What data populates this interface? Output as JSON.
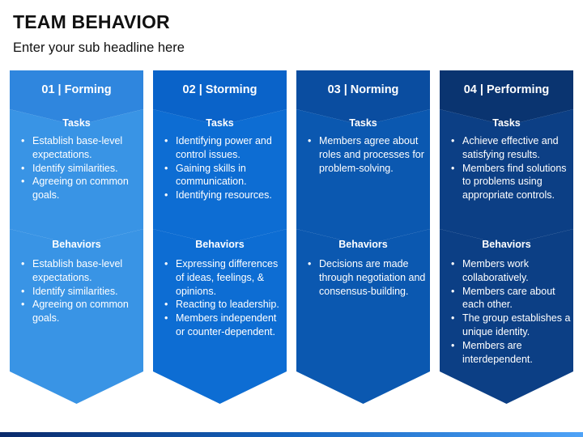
{
  "title": "TEAM BEHAVIOR",
  "subtitle": "Enter your sub headline here",
  "columns": [
    {
      "header": "01 | Forming",
      "color_head": "#2f86de",
      "color_body": "#3994e5",
      "tasks_label": "Tasks",
      "tasks": [
        "Establish base-level expectations.",
        "Identify similarities.",
        "Agreeing on common goals."
      ],
      "behaviors_label": "Behaviors",
      "behaviors": [
        "Establish base-level expectations.",
        "Identify similarities.",
        "Agreeing on common goals."
      ]
    },
    {
      "header": "02 | Storming",
      "color_head": "#0a63c9",
      "color_body": "#0d6dd3",
      "tasks_label": "Tasks",
      "tasks": [
        "Identifying power and control issues.",
        "Gaining skills in communication.",
        "Identifying resources."
      ],
      "behaviors_label": "Behaviors",
      "behaviors": [
        "Expressing differences of ideas, feelings, & opinions.",
        "Reacting to leadership.",
        "Members independent or counter-dependent."
      ]
    },
    {
      "header": "03 | Norming",
      "color_head": "#0a4da0",
      "color_body": "#0b58b0",
      "tasks_label": "Tasks",
      "tasks": [
        "Members agree about roles and processes for problem-solving."
      ],
      "behaviors_label": "Behaviors",
      "behaviors": [
        "Decisions are made through negotiation and consensus-building."
      ]
    },
    {
      "header": "04 | Performing",
      "color_head": "#0a3470",
      "color_body": "#0c3f85",
      "tasks_label": "Tasks",
      "tasks": [
        "Achieve effective and satisfying results.",
        "Members find solutions to problems using appropriate controls."
      ],
      "behaviors_label": "Behaviors",
      "behaviors": [
        "Members work collaboratively.",
        "Members care about each other.",
        "The group establishes a unique identity.",
        "Members are interdependent."
      ]
    }
  ]
}
